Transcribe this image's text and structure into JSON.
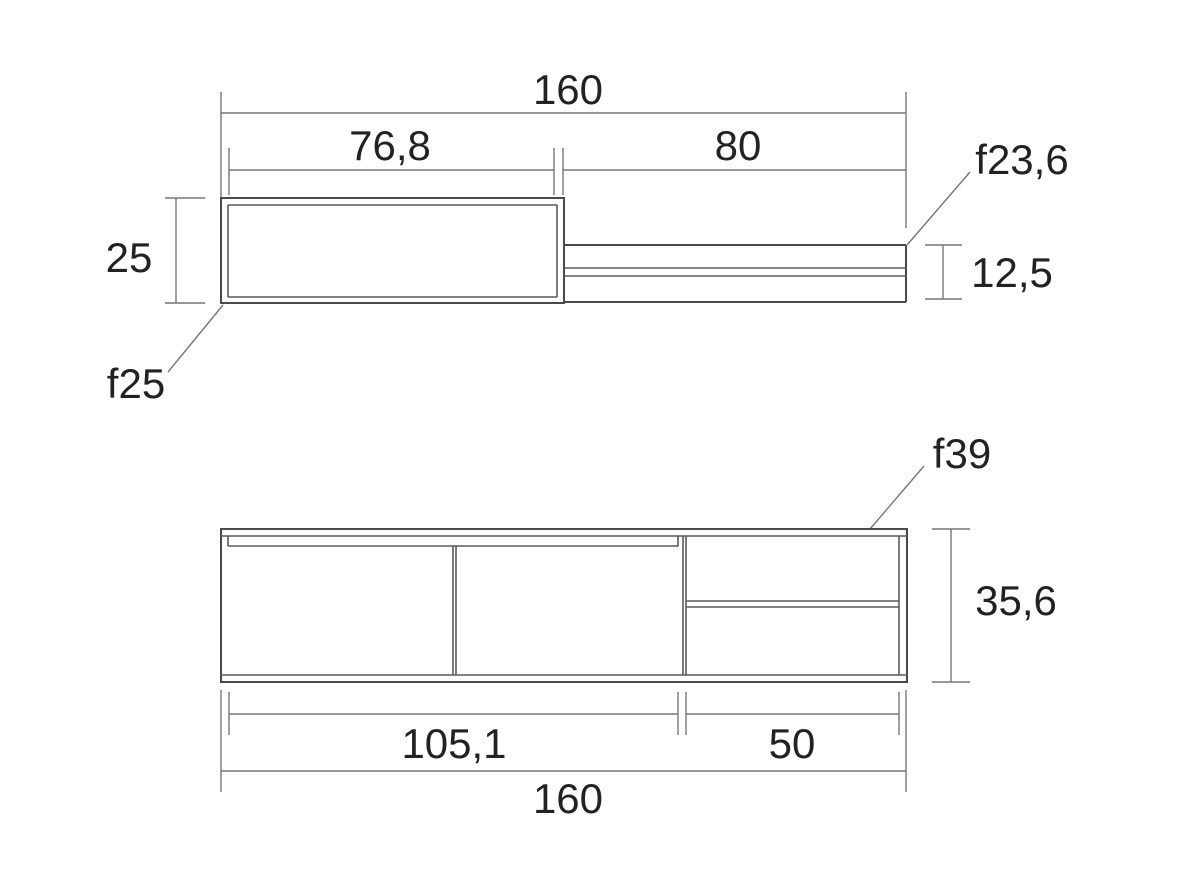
{
  "top_view": {
    "total_width": "160",
    "left_width": "76,8",
    "right_width": "80",
    "left_height": "25",
    "right_height": "12,5",
    "left_depth": "f25",
    "right_depth": "f23,6"
  },
  "front_view": {
    "depth": "f39",
    "height": "35,6",
    "left_width": "105,1",
    "right_width": "50",
    "total_width": "160"
  }
}
